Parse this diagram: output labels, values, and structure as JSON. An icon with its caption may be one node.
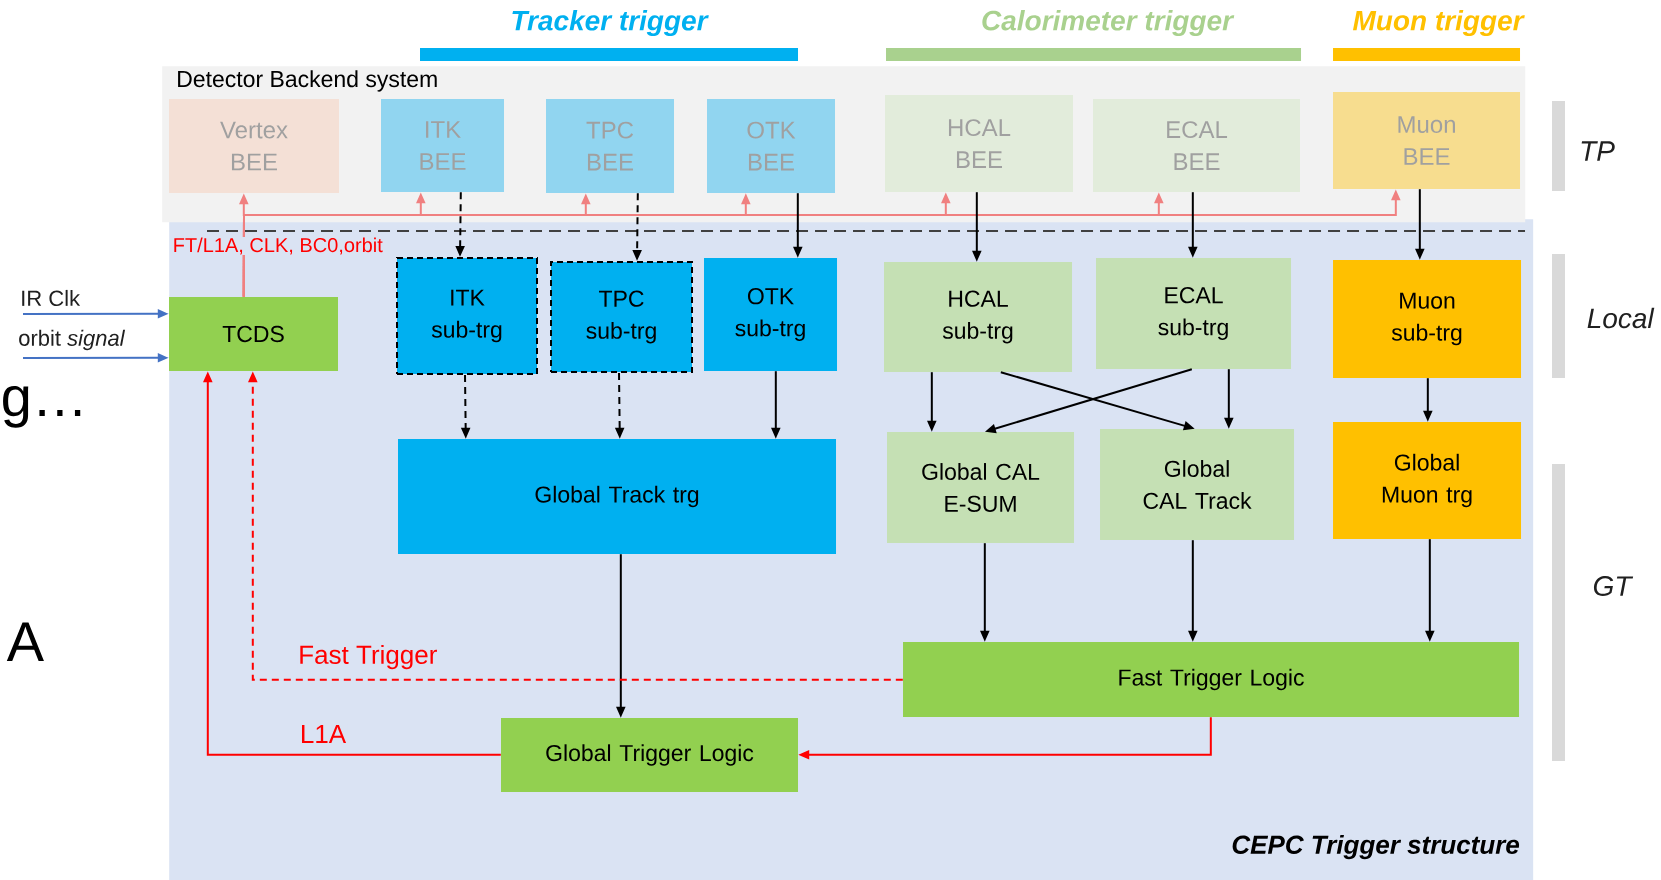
{
  "diagram": {
    "nodes": [
      {
        "text": [
          "Detector Backend system"
        ]
      },
      {
        "text": [
          "Vertex BEE"
        ],
        "in": 0
      },
      {
        "text": [
          "ITK BEE"
        ],
        "in": 0
      },
      {
        "text": [
          "TPC BEE"
        ],
        "in": 0
      },
      {
        "text": [
          "OTK BEE"
        ],
        "in": 0
      },
      {
        "text": [
          "HCAL BEE"
        ],
        "in": 0
      },
      {
        "text": [
          "ECAL BEE"
        ],
        "in": 0
      },
      {
        "text": [
          "Muon BEE"
        ],
        "in": 0
      },
      {
        "text": [
          "CEPC Trigger structure"
        ]
      },
      {
        "text": [
          "TCDS"
        ],
        "in": 8
      },
      {
        "text": [
          "ITK sub-trg"
        ],
        "in": 8
      },
      {
        "text": [
          "TPC sub-trg"
        ],
        "in": 8
      },
      {
        "text": [
          "OTK sub-trg"
        ],
        "in": 8
      },
      {
        "text": [
          "HCAL sub-trg"
        ],
        "in": 8
      },
      {
        "text": [
          "ECAL sub-trg"
        ],
        "in": 8
      },
      {
        "text": [
          "Muon sub-trg"
        ],
        "in": 8
      },
      {
        "text": [
          "Global Track trg"
        ],
        "in": 8
      },
      {
        "text": [
          "Global CAL E-SUM"
        ],
        "in": 8
      },
      {
        "text": [
          "Global CAL Track"
        ],
        "in": 8
      },
      {
        "text": [
          "Global Muon trg"
        ],
        "in": 8
      },
      {
        "text": [
          "Fast Trigger Logic"
        ],
        "in": 8
      },
      {
        "text": [
          "Global Trigger Logic"
        ],
        "in": 8
      }
    ],
    "edges": [
      {
        "from": 9,
        "to": 1,
        "arrow": "to",
        "color": "#f08080"
      },
      {
        "from": 9,
        "to": 2,
        "arrow": "to",
        "color": "#f08080"
      },
      {
        "from": 9,
        "to": 3,
        "arrow": "to",
        "color": "#f08080"
      },
      {
        "from": 9,
        "to": 4,
        "arrow": "to",
        "color": "#f08080"
      },
      {
        "from": 9,
        "to": 5,
        "arrow": "to",
        "color": "#f08080"
      },
      {
        "from": 9,
        "to": 6,
        "arrow": "to",
        "color": "#f08080"
      },
      {
        "from": 9,
        "to": 7,
        "arrow": "to",
        "color": "#f08080"
      },
      {
        "from": 2,
        "to": 10,
        "arrow": "to",
        "style": "dashed"
      },
      {
        "from": 3,
        "to": 11,
        "arrow": "to",
        "style": "dashed"
      },
      {
        "from": 4,
        "to": 12,
        "arrow": "to"
      },
      {
        "from": 5,
        "to": 13,
        "arrow": "to"
      },
      {
        "from": 6,
        "to": 14,
        "arrow": "to"
      },
      {
        "from": 7,
        "to": 15,
        "arrow": "to"
      },
      {
        "from": 10,
        "to": 16,
        "arrow": "to",
        "style": "dashed"
      },
      {
        "from": 11,
        "to": 16,
        "arrow": "to",
        "style": "dashed"
      },
      {
        "from": 12,
        "to": 16,
        "arrow": "to"
      },
      {
        "from": 13,
        "to": 17,
        "arrow": "to"
      },
      {
        "from": 13,
        "to": 18,
        "arrow": "to"
      },
      {
        "from": 14,
        "to": 17,
        "arrow": "to"
      },
      {
        "from": 14,
        "to": 18,
        "arrow": "to"
      },
      {
        "from": 15,
        "to": 19,
        "arrow": "to"
      },
      {
        "from": 16,
        "to": 21,
        "arrow": "to"
      },
      {
        "from": 17,
        "to": 20,
        "arrow": "to"
      },
      {
        "from": 18,
        "to": 20,
        "arrow": "to"
      },
      {
        "from": 19,
        "to": 20,
        "arrow": "to"
      },
      {
        "from": 20,
        "to": 9,
        "arrow": "to",
        "style": "dashed",
        "color": "#ff0000",
        "label": "Fast Trigger"
      },
      {
        "from": 20,
        "to": 21,
        "arrow": "to",
        "color": "#ff0000"
      },
      {
        "from": 21,
        "to": 9,
        "arrow": "to",
        "color": "#ff0000",
        "label": "L1A"
      },
      {
        "from": null,
        "to": 9,
        "arrow": "to",
        "color": "#4472c4",
        "label": "IR Clk"
      },
      {
        "from": null,
        "to": 9,
        "arrow": "to",
        "color": "#4472c4",
        "label": "orbit *signal*"
      }
    ],
    "labels": [
      "Tracker trigger",
      "Calorimeter trigger",
      "Muon trigger",
      "FT/L1A, CLK, BC0,orbit",
      "TP",
      "Local",
      "GT",
      "g…",
      "A"
    ]
  }
}
